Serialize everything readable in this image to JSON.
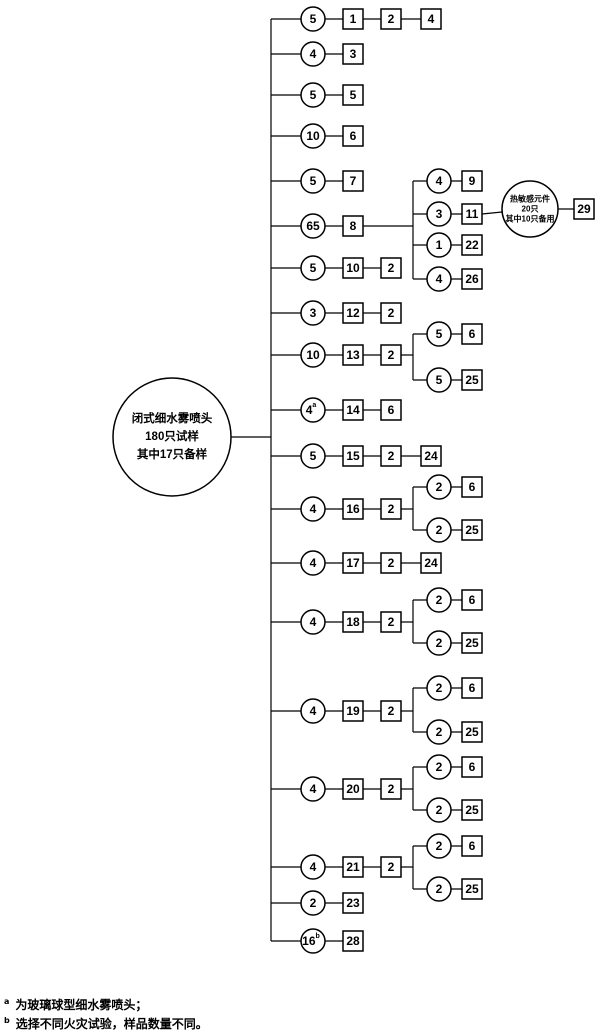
{
  "main_node": {
    "lines": [
      "闭式细水雾喷头",
      "180只试样",
      "其中17只备样"
    ]
  },
  "rows": [
    {
      "circle": "5",
      "chain": [
        "1",
        "2",
        "4"
      ]
    },
    {
      "circle": "4",
      "chain": [
        "3"
      ]
    },
    {
      "circle": "5",
      "chain": [
        "5"
      ]
    },
    {
      "circle": "10",
      "chain": [
        "6"
      ]
    },
    {
      "circle": "5",
      "chain": [
        "7"
      ]
    },
    {
      "circle": "65",
      "chain": [
        "8"
      ],
      "branches": [
        {
          "circle": "4",
          "box": "9"
        },
        {
          "circle": "3",
          "box": "11"
        },
        {
          "circle": "1",
          "box": "22"
        },
        {
          "circle": "4",
          "box": "26"
        }
      ]
    },
    {
      "circle": "5",
      "chain": [
        "10",
        "2"
      ]
    },
    {
      "circle": "3",
      "chain": [
        "12",
        "2"
      ]
    },
    {
      "circle": "10",
      "chain": [
        "13",
        "2"
      ],
      "branches": [
        {
          "circle": "5",
          "box": "6"
        },
        {
          "circle": "5",
          "box": "25"
        }
      ]
    },
    {
      "circle": "4",
      "circle_sup": "a",
      "chain": [
        "14",
        "6"
      ]
    },
    {
      "circle": "5",
      "chain": [
        "15",
        "2",
        "24"
      ]
    },
    {
      "circle": "4",
      "chain": [
        "16",
        "2"
      ],
      "branches": [
        {
          "circle": "2",
          "box": "6"
        },
        {
          "circle": "2",
          "box": "25"
        }
      ]
    },
    {
      "circle": "4",
      "chain": [
        "17",
        "2",
        "24"
      ]
    },
    {
      "circle": "4",
      "chain": [
        "18",
        "2"
      ],
      "branches": [
        {
          "circle": "2",
          "box": "6"
        },
        {
          "circle": "2",
          "box": "25"
        }
      ]
    },
    {
      "circle": "4",
      "chain": [
        "19",
        "2"
      ],
      "branches": [
        {
          "circle": "2",
          "box": "6"
        },
        {
          "circle": "2",
          "box": "25"
        }
      ]
    },
    {
      "circle": "4",
      "chain": [
        "20",
        "2"
      ],
      "branches": [
        {
          "circle": "2",
          "box": "6"
        },
        {
          "circle": "2",
          "box": "25"
        }
      ]
    },
    {
      "circle": "4",
      "chain": [
        "21",
        "2"
      ],
      "branches": [
        {
          "circle": "2",
          "box": "6"
        },
        {
          "circle": "2",
          "box": "25"
        }
      ]
    },
    {
      "circle": "2",
      "chain": [
        "23"
      ]
    },
    {
      "circle": "16",
      "circle_sup": "b",
      "chain": [
        "28"
      ]
    }
  ],
  "thermal_node": {
    "lines": [
      "热敏感元件",
      "20只",
      "其中10只备用"
    ],
    "box": "29"
  },
  "footnotes": [
    {
      "mark": "a",
      "text": "为玻璃球型细水雾喷头；"
    },
    {
      "mark": "b",
      "text": "选择不同火灾试验，样品数量不同。"
    }
  ]
}
